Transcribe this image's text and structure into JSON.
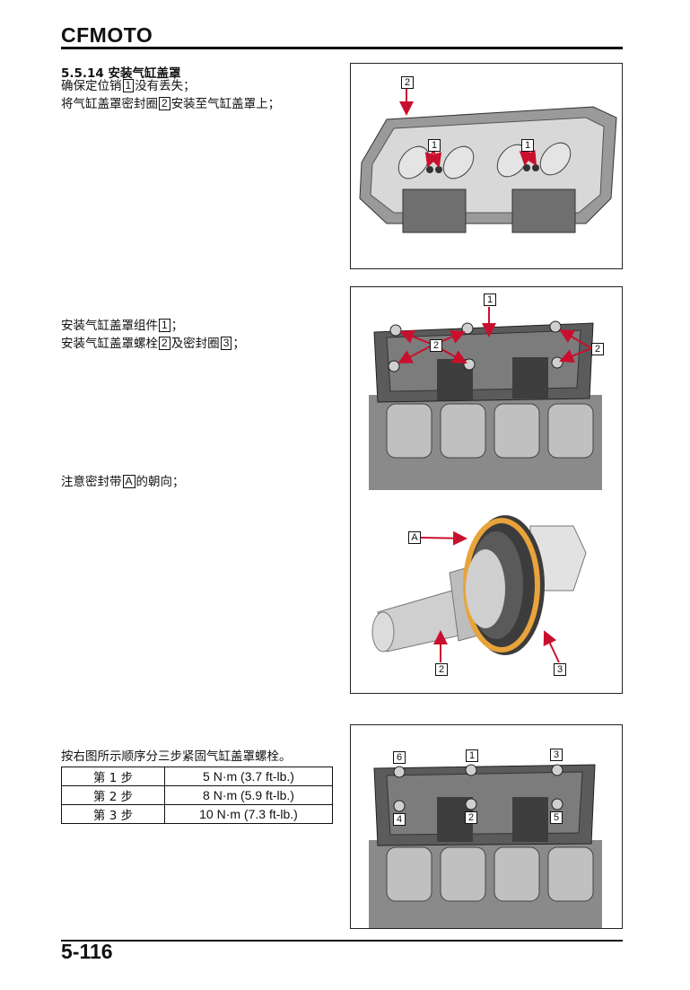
{
  "header": {
    "brand": "CFMOTO"
  },
  "footer": {
    "page_number": "5-116"
  },
  "section": {
    "heading": "5.5.14 安装气缸盖罩",
    "step1_line1_a": "确保定位销",
    "step1_line1_box": "1",
    "step1_line1_b": "没有丢失；",
    "step1_line2_a": "将气缸盖罩密封圈",
    "step1_line2_box": "2",
    "step1_line2_b": "安装至气缸盖罩上；",
    "step2_line1_a": "安装气缸盖罩组件",
    "step2_line1_box": "1",
    "step2_line1_b": "；",
    "step2_line2_a": "安装气缸盖罩螺栓",
    "step2_line2_box1": "2",
    "step2_line2_mid": "及密封圈",
    "step2_line2_box2": "3",
    "step2_line2_b": "；",
    "step3_a": "注意密封带",
    "step3_box": "A",
    "step3_b": "的朝向；",
    "step4": "按右图所示顺序分三步紧固气缸盖罩螺栓。"
  },
  "torque_table": {
    "rows": [
      {
        "step": "第 1 步",
        "value": "5 N·m (3.7 ft-lb.)"
      },
      {
        "step": "第 2 步",
        "value": "8 N·m (5.9 ft-lb.)"
      },
      {
        "step": "第 3 步",
        "value": "10 N·m (7.3 ft-lb.)"
      }
    ]
  },
  "figures": {
    "fig1": {
      "callouts": [
        "2",
        "1",
        "1"
      ]
    },
    "fig2": {
      "callouts": [
        "1",
        "2",
        "2"
      ]
    },
    "fig3": {
      "callouts": [
        "A",
        "2",
        "3"
      ]
    },
    "fig4": {
      "callouts": [
        "6",
        "1",
        "3",
        "4",
        "2",
        "5"
      ]
    }
  },
  "colors": {
    "arrow": "#c8102e",
    "seal": "#e8a33a",
    "metal_dark": "#4a4a4a",
    "metal_light": "#cfcfcf"
  }
}
